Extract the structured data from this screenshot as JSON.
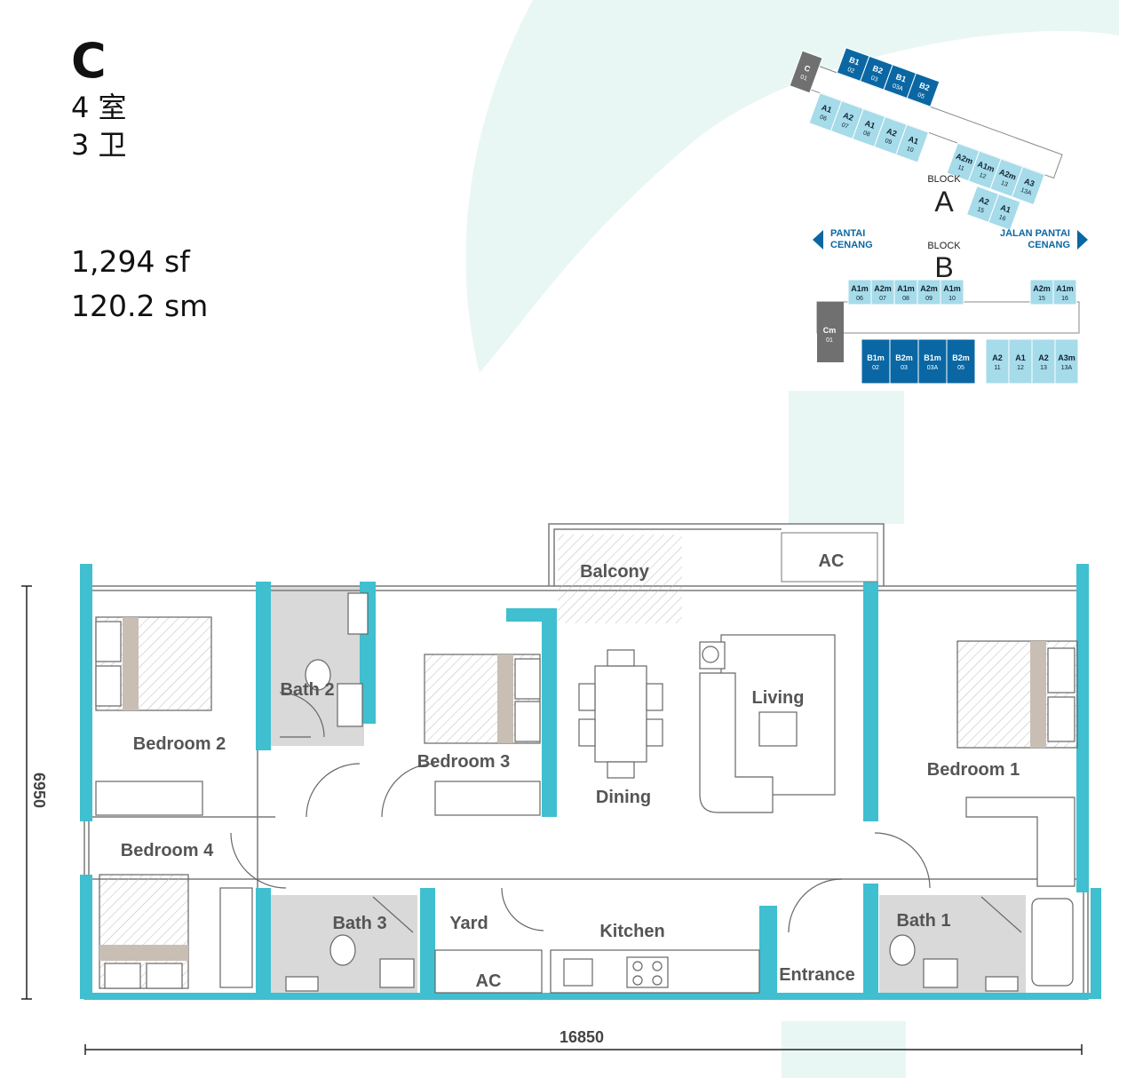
{
  "header": {
    "unit_type": "C",
    "rooms": "4 室",
    "baths": "3 卫",
    "area_sf": "1,294 sf",
    "area_sm": "120.2 sm"
  },
  "keyplan": {
    "block_a_label": "BLOCK",
    "block_a_letter": "A",
    "block_b_label": "BLOCK",
    "block_b_letter": "B",
    "left_dir_line1": "PANTAI",
    "left_dir_line2": "CENANG",
    "right_dir_line1": "JALAN PANTAI",
    "right_dir_line2": "CENANG",
    "block_a_units": [
      {
        "type": "C",
        "num": "01"
      },
      {
        "type": "B1",
        "num": "02"
      },
      {
        "type": "B2",
        "num": "03"
      },
      {
        "type": "B1",
        "num": "03A"
      },
      {
        "type": "B2",
        "num": "05"
      },
      {
        "type": "A1",
        "num": "06"
      },
      {
        "type": "A2",
        "num": "07"
      },
      {
        "type": "A1",
        "num": "08"
      },
      {
        "type": "A2",
        "num": "09"
      },
      {
        "type": "A1",
        "num": "10"
      },
      {
        "type": "A2m",
        "num": "11"
      },
      {
        "type": "A1m",
        "num": "12"
      },
      {
        "type": "A2m",
        "num": "13"
      },
      {
        "type": "A3",
        "num": "13A"
      },
      {
        "type": "A2",
        "num": "15"
      },
      {
        "type": "A1",
        "num": "16"
      }
    ],
    "block_b_top_units": [
      {
        "type": "A1m",
        "num": "06"
      },
      {
        "type": "A2m",
        "num": "07"
      },
      {
        "type": "A1m",
        "num": "08"
      },
      {
        "type": "A2m",
        "num": "09"
      },
      {
        "type": "A1m",
        "num": "10"
      },
      {
        "type": "A2m",
        "num": "15"
      },
      {
        "type": "A1m",
        "num": "16"
      }
    ],
    "block_b_core": {
      "type": "Cm",
      "num": "01"
    },
    "block_b_bottom_units": [
      {
        "type": "B1m",
        "num": "02"
      },
      {
        "type": "B2m",
        "num": "03"
      },
      {
        "type": "B1m",
        "num": "03A"
      },
      {
        "type": "B2m",
        "num": "05"
      },
      {
        "type": "A2",
        "num": "11"
      },
      {
        "type": "A1",
        "num": "12"
      },
      {
        "type": "A2",
        "num": "13"
      },
      {
        "type": "A3m",
        "num": "13A"
      }
    ]
  },
  "rooms": {
    "balcony": "Balcony",
    "ac_top": "AC",
    "bath2": "Bath 2",
    "bedroom2": "Bedroom 2",
    "bedroom3": "Bedroom 3",
    "dining": "Dining",
    "living": "Living",
    "bedroom1": "Bedroom 1",
    "bedroom4": "Bedroom 4",
    "bath3": "Bath 3",
    "yard": "Yard",
    "kitchen": "Kitchen",
    "ac_bottom": "AC",
    "entrance": "Entrance",
    "bath1": "Bath 1"
  },
  "dimensions": {
    "height": "6950",
    "width": "16850"
  },
  "colors": {
    "wall_accent": "#3fbfcf",
    "unit_highlight": "#0a67a3",
    "unit_light": "#a6dbe9",
    "core_grey": "#707070",
    "wet_area": "#d9d9d9",
    "deco": "#e9f7f4"
  }
}
